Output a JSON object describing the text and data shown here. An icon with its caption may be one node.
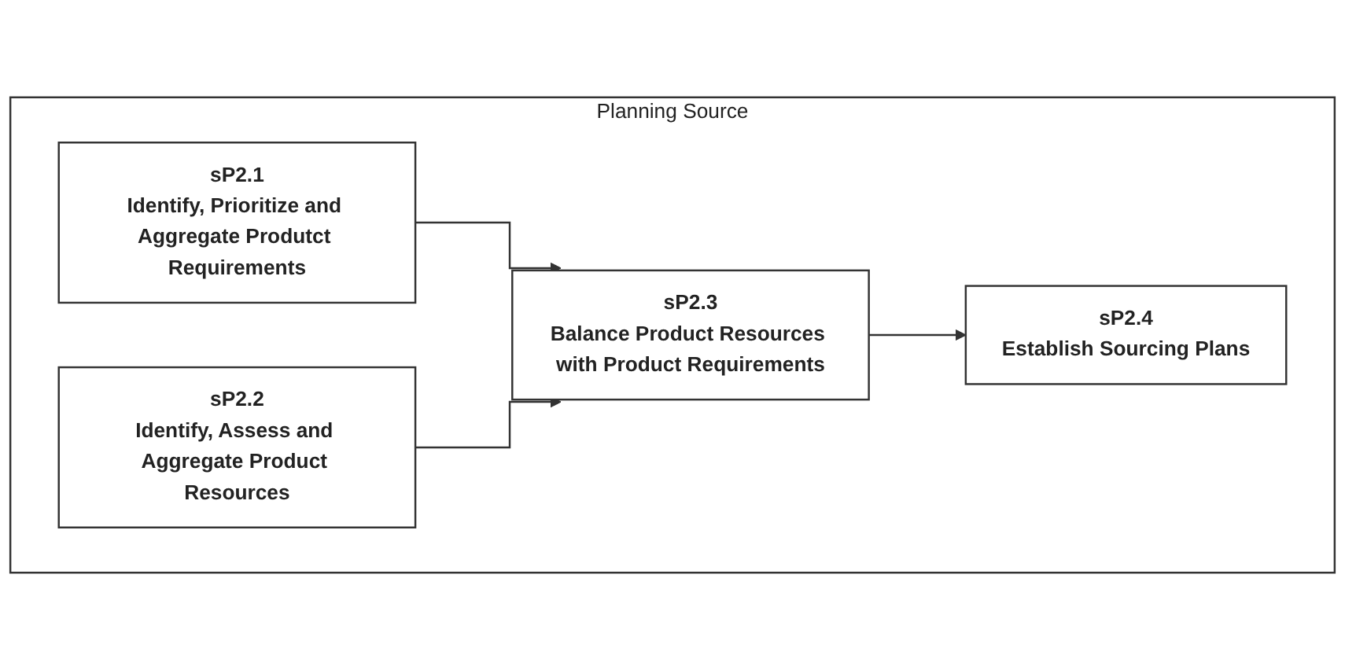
{
  "diagram": {
    "nodes": [
      {
        "text": [
          "Planning Source"
        ]
      },
      {
        "text": [
          "sP2.1",
          "Identify, Prioritize and Aggregate Produtct Requirements"
        ],
        "in": 0
      },
      {
        "text": [
          "sP2.2",
          "Identify, Assess and Aggregate Product Resources"
        ],
        "in": 0
      },
      {
        "text": [
          "sP2.3",
          "Balance Product Resources with Product Requirements"
        ],
        "in": 0
      },
      {
        "text": [
          "sP2.4",
          "Establish Sourcing Plans"
        ],
        "in": 0
      }
    ],
    "edges": [
      {
        "from": 1,
        "to": 3,
        "arrow": "to"
      },
      {
        "from": 2,
        "to": 3,
        "arrow": "to"
      },
      {
        "from": 3,
        "to": 4,
        "arrow": "to"
      }
    ]
  }
}
